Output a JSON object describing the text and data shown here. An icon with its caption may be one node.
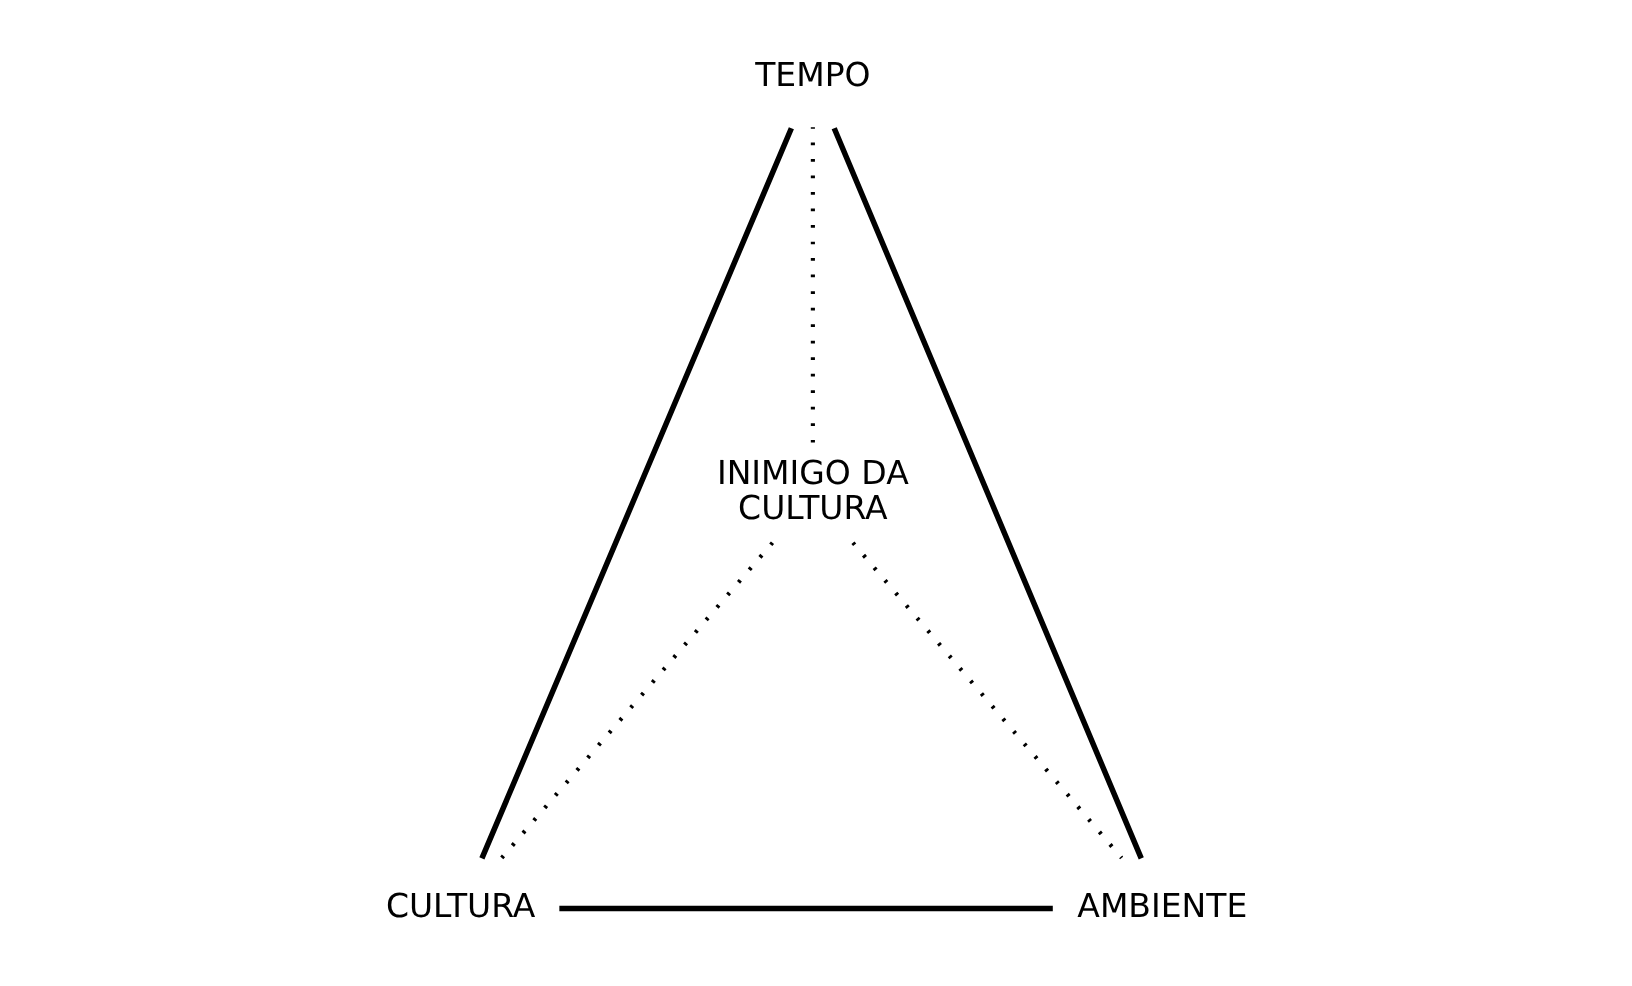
{
  "diagram": {
    "nodes": [
      {
        "text": [
          "TEMPO"
        ]
      },
      {
        "text": [
          "INIMIGO DA CULTURA"
        ]
      },
      {
        "text": [
          "CULTURA"
        ]
      },
      {
        "text": [
          "AMBIENTE"
        ]
      }
    ],
    "edges": [
      {
        "from": 0,
        "to": 2,
        "arrow": "none"
      },
      {
        "from": 2,
        "to": 3,
        "arrow": "none"
      },
      {
        "from": 3,
        "to": 0,
        "arrow": "none"
      },
      {
        "from": 1,
        "to": 0,
        "arrow": "none",
        "style": "dashed"
      },
      {
        "from": 1,
        "to": 2,
        "arrow": "none",
        "style": "dashed"
      },
      {
        "from": 1,
        "to": 3,
        "arrow": "none",
        "style": "dashed"
      }
    ]
  }
}
